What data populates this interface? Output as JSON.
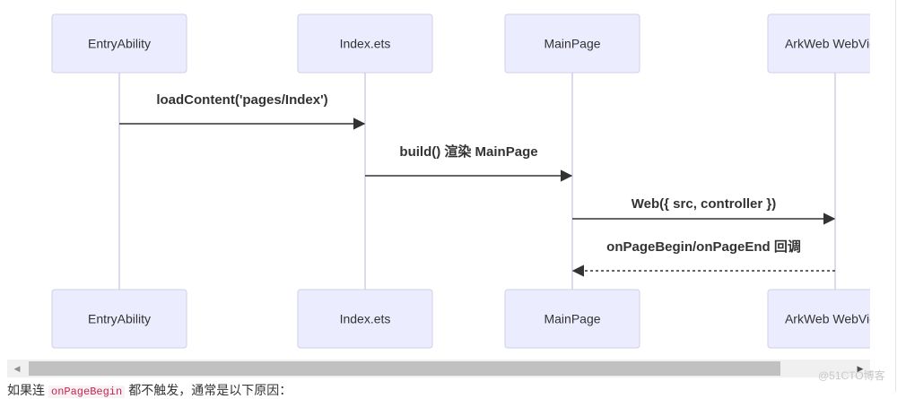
{
  "diagram": {
    "participants": [
      {
        "id": "entry",
        "label": "EntryAbility"
      },
      {
        "id": "index",
        "label": "Index.ets"
      },
      {
        "id": "main",
        "label": "MainPage"
      },
      {
        "id": "web",
        "label": "ArkWeb WebView"
      }
    ],
    "messages": [
      {
        "from": "entry",
        "to": "index",
        "text": "loadContent('pages/Index')",
        "style": "solid"
      },
      {
        "from": "index",
        "to": "main",
        "text": "build() 渲染 MainPage",
        "style": "solid"
      },
      {
        "from": "main",
        "to": "web",
        "text": "Web({ src, controller })",
        "style": "solid"
      },
      {
        "from": "web",
        "to": "main",
        "text": "onPageBegin/onPageEnd 回调",
        "style": "dashed"
      }
    ],
    "colors": {
      "actor_fill": "#ececff",
      "actor_stroke": "#cfcfe8",
      "line": "#333333"
    }
  },
  "scrollbar": {
    "left_arrow": "◀",
    "right_arrow": "▶",
    "thumb_fraction": 0.87
  },
  "bottom_text": {
    "before": "如果连",
    "code": "onPageBegin",
    "after": "都不触发，通常是以下原因："
  },
  "watermark": "@51CTO博客"
}
